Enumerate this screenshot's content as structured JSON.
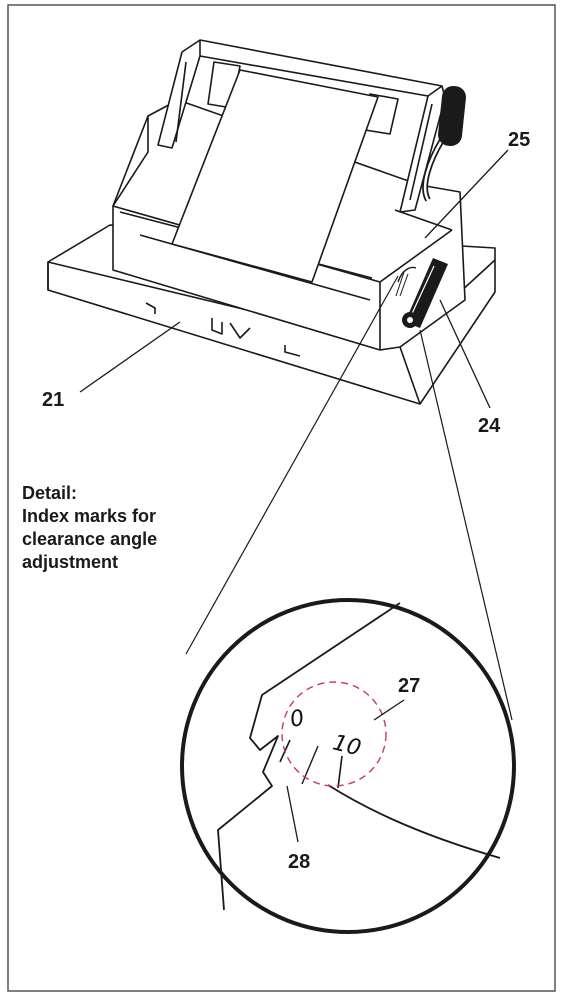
{
  "callouts": {
    "c21": "21",
    "c24": "24",
    "c25": "25",
    "c27": "27",
    "c28": "28"
  },
  "detail_caption": {
    "line1": "Detail:",
    "line2": "Index marks for",
    "line3": "clearance angle",
    "line4": "adjustment"
  },
  "scale_marks": {
    "zero": "0",
    "ten": "10"
  },
  "colors": {
    "line": "#1a1a1a",
    "highlight": "#c8385a",
    "frame": "#555555"
  }
}
